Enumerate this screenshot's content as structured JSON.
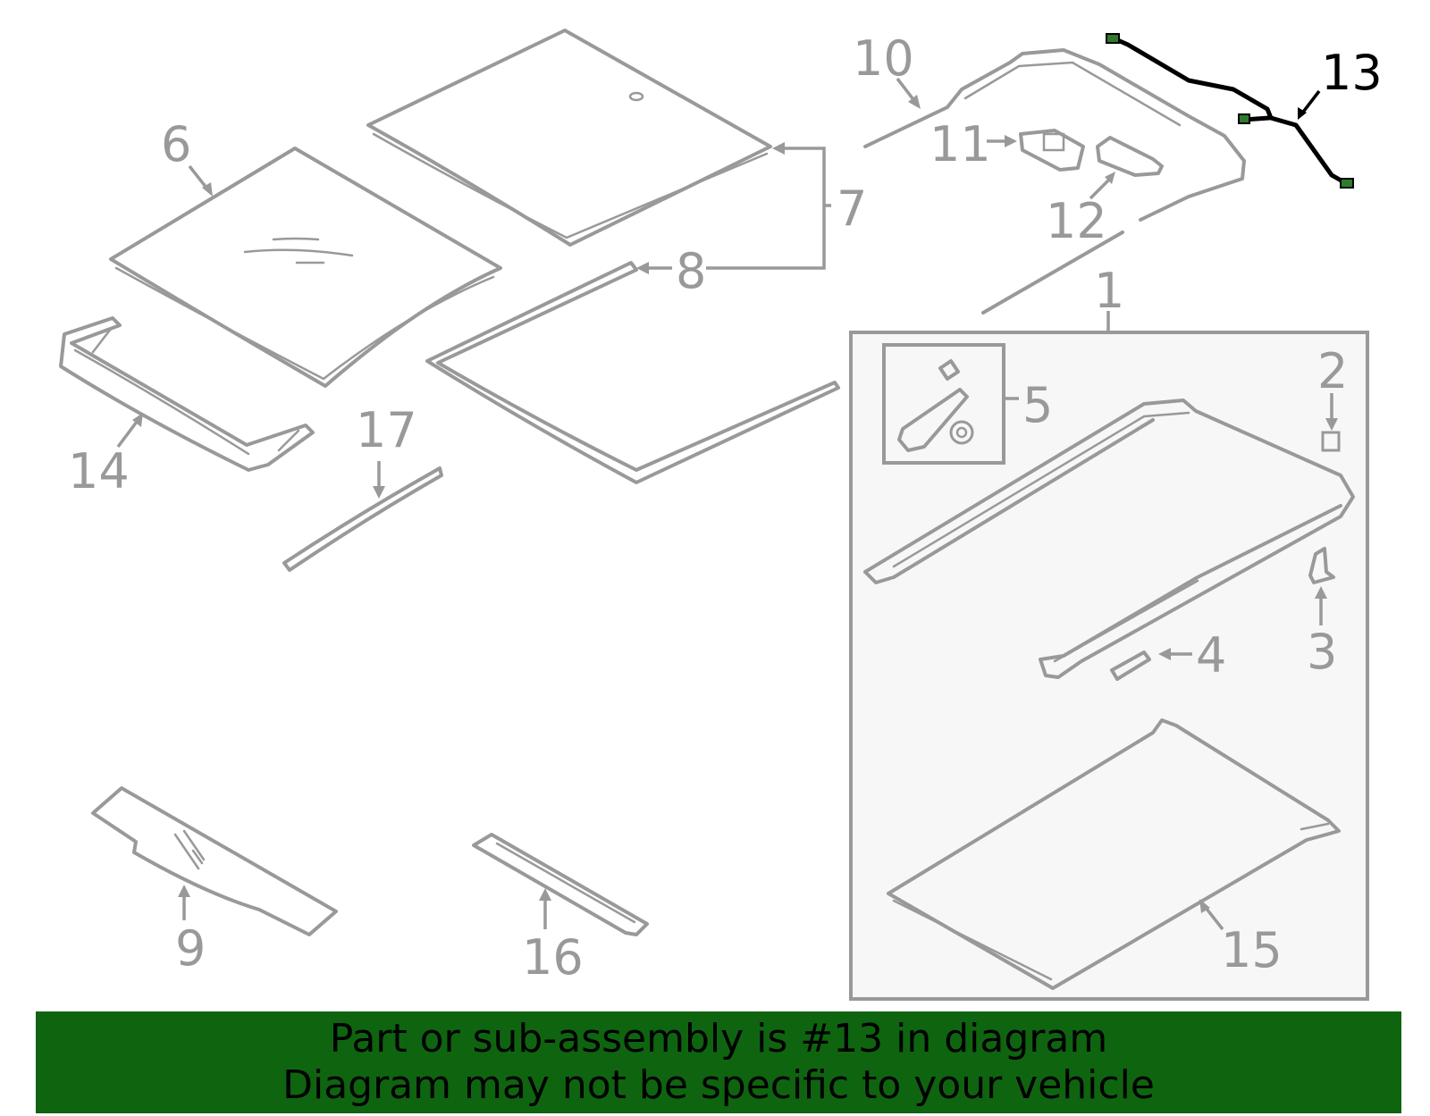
{
  "diagram": {
    "callouts": {
      "c1": "1",
      "c2": "2",
      "c3": "3",
      "c4": "4",
      "c5": "5",
      "c6": "6",
      "c7": "7",
      "c8": "8",
      "c9": "9",
      "c10": "10",
      "c11": "11",
      "c12": "12",
      "c13": "13",
      "c14": "14",
      "c15": "15",
      "c16": "16",
      "c17": "17"
    },
    "highlighted_part": "13",
    "colors": {
      "line": "#999999",
      "highlight": "#000000",
      "connector": "#2f7a2f",
      "banner": "#0f6410",
      "assembly_box_fill": "#f7f7f7"
    }
  },
  "banner": {
    "line1": "Part or sub-assembly is #13 in diagram",
    "line2": "Diagram may not be specific to your vehicle"
  }
}
